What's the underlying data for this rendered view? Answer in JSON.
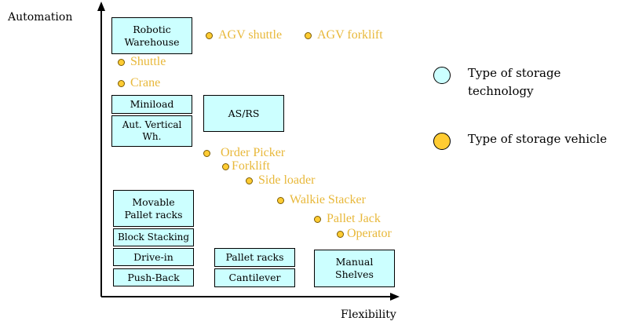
{
  "axes": {
    "y_label": "Automation",
    "x_label": "Flexibility"
  },
  "technologies": {
    "robotic_warehouse": "Robotic\nWarehouse",
    "miniload": "Miniload",
    "aut_vertical_wh": "Aut. Vertical\nWh.",
    "asrs": "AS/RS",
    "movable_pallet_racks": "Movable\nPallet racks",
    "block_stacking": "Block Stacking",
    "drive_in": "Drive-in",
    "push_back": "Push-Back",
    "pallet_racks": "Pallet racks",
    "cantilever": "Cantilever",
    "manual_shelves": "Manual\nShelves"
  },
  "vehicles": {
    "agv_shuttle": "AGV shuttle",
    "agv_forklift": "AGV forklift",
    "shuttle": "Shuttle",
    "crane": "Crane",
    "order_picker": "Order Picker",
    "forklift": "Forklift",
    "side_loader": "Side loader",
    "walkie_stacker": "Walkie Stacker",
    "pallet_jack": "Pallet Jack",
    "operator": "Operator"
  },
  "legend": {
    "technology_label": "Type of storage\ntechnology",
    "vehicle_label": "Type of storage vehicle",
    "technology_color": "#ccffff",
    "vehicle_color": "#ffcc33"
  }
}
